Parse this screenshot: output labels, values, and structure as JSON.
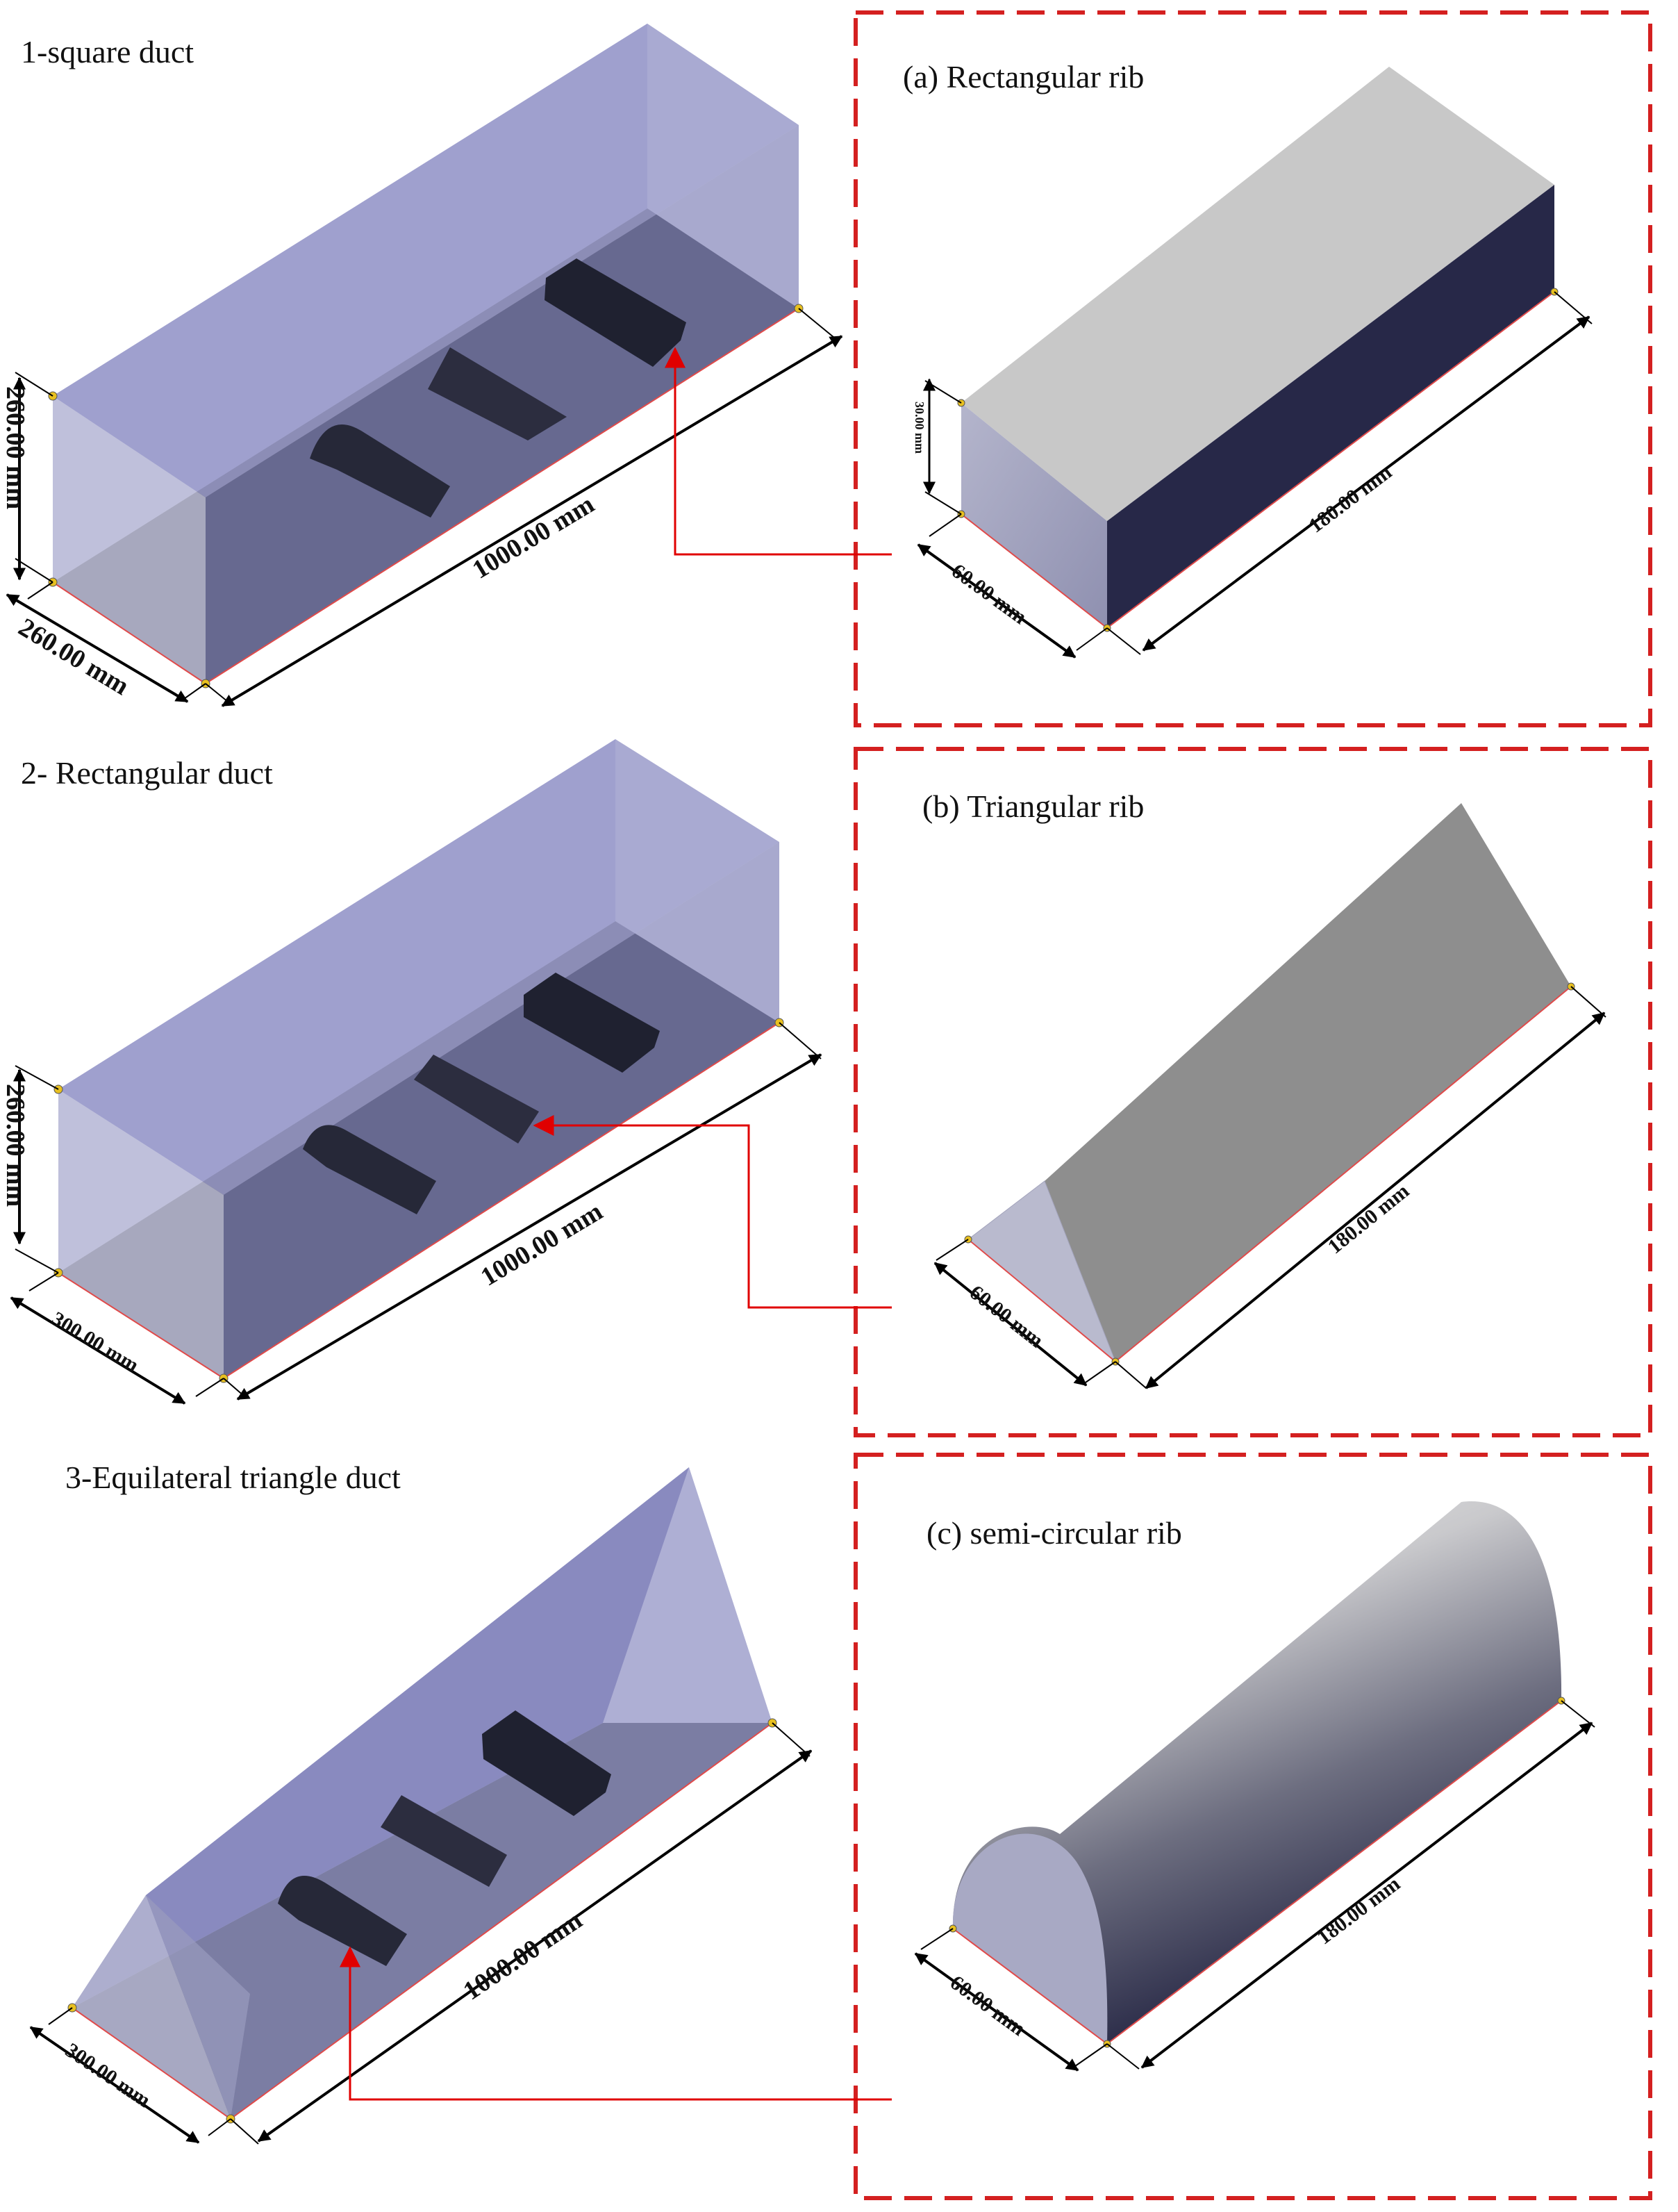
{
  "ducts": {
    "square": {
      "title": "1-square duct",
      "height_label": "260.00 mm",
      "width_label": "260.00 mm",
      "length_label": "1000.00 mm"
    },
    "rectangular": {
      "title": "2- Rectangular duct",
      "height_label": "260.00 mm",
      "width_label": "300.00 mm",
      "length_label": "1000.00 mm"
    },
    "triangle": {
      "title": "3-Equilateral triangle duct",
      "width_label": "300.00 mm",
      "length_label": "1000.00 mm"
    }
  },
  "ribs": {
    "rectangular": {
      "title": "(a) Rectangular rib",
      "height_label": "30.00 mm",
      "width_label": "60.00 mm",
      "length_label": "180.00 mm"
    },
    "triangular": {
      "title": "(b) Triangular rib",
      "width_label": "60.00 mm",
      "length_label": "180.00 mm"
    },
    "semicircular": {
      "title": "(c) semi-circular rib",
      "width_label": "60.00 mm",
      "length_label": "180.00 mm"
    }
  },
  "colors": {
    "panel_border": "#d42020",
    "arrow": "#e00000",
    "duct_glass": "#8e8fc6",
    "rib_dark": "#2a2c3a"
  }
}
